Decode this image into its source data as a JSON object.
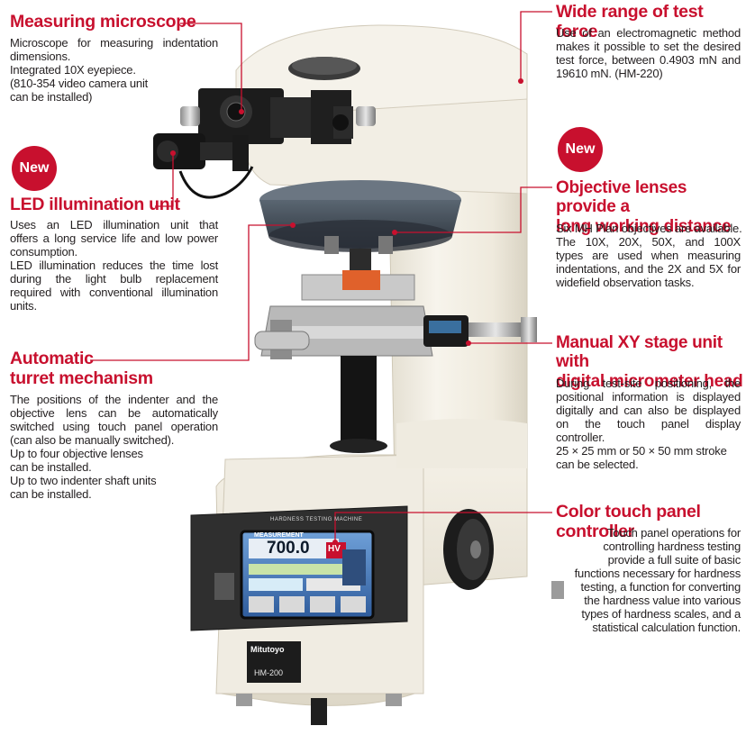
{
  "callouts": {
    "measuring_microscope": {
      "title": "Measuring microscope",
      "lines": [
        "Microscope for measuring indentation",
        "dimensions.",
        "Integrated 10X eyepiece.",
        "(810-354 video camera unit",
        "can be installed)"
      ]
    },
    "led_illumination": {
      "badge": "New",
      "title": "LED illumination unit",
      "lines": [
        "Uses an LED illumination unit that",
        "offers a long service life and low power",
        "consumption.",
        "LED illumination reduces the time lost",
        "during the light bulb replacement",
        "required with conventional illumination",
        "units."
      ]
    },
    "automatic_turret": {
      "title_lines": [
        "Automatic",
        "turret mechanism"
      ],
      "lines": [
        "The positions of the indenter and the",
        "objective lens can be automatically",
        "switched using touch panel operation",
        "(can also be manually switched).",
        "Up to four objective lenses",
        "can be installed.",
        "Up to two indenter shaft units",
        "can be installed."
      ]
    },
    "test_force": {
      "title": "Wide range of test force",
      "lines": [
        "Use of an electromagnetic method",
        "makes it possible to set the desired",
        "test force, between 0.4903 mN and",
        "19610 mN. (HM-220)"
      ]
    },
    "objective_lenses": {
      "badge": "New",
      "title_lines": [
        "Objective lenses provide a",
        "long working distance"
      ],
      "lines": [
        "Six MH Plan objectives are available.",
        "The 10X, 20X, 50X, and 100X",
        "types are used when measuring",
        "indentations, and the 2X and 5X for",
        "widefield observation tasks."
      ]
    },
    "xy_stage": {
      "title_lines": [
        "Manual XY stage unit with",
        "digital micrometer head"
      ],
      "lines": [
        "During test-site positioning, the",
        "positional information is displayed",
        "digitally and can also be displayed",
        "on the touch panel display",
        "controller.",
        "25 × 25 mm or 50 × 50 mm stroke",
        "can be selected."
      ]
    },
    "touch_panel": {
      "title": "Color touch panel controller",
      "lines": [
        "Touch panel operations for",
        "controlling hardness testing",
        "provide a full suite of basic",
        "functions necessary for hardness",
        "testing, a function for converting",
        "the hardness value into various",
        "types of hardness scales, and a",
        "statistical calculation function."
      ]
    }
  },
  "machine": {
    "panel_header": "HARDNESS TESTING MACHINE",
    "screen_title": "MEASUREMENT",
    "screen_value": "700.0",
    "screen_unit": "HV",
    "brand": "Mitutoyo",
    "model": "HM-200"
  },
  "colors": {
    "accent": "#c8102e",
    "body_text": "#231f20",
    "machine_body": "#f1ede2"
  }
}
